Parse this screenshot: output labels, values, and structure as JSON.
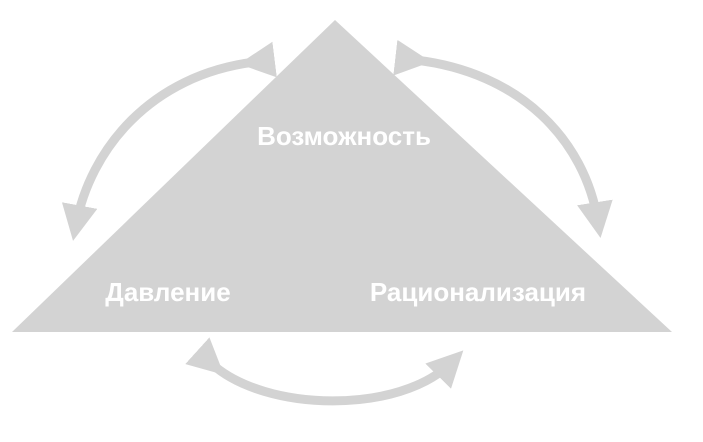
{
  "diagram": {
    "labels": {
      "top": "Возможность",
      "left": "Давление",
      "right": "Рационализация"
    },
    "colors": {
      "triangle_fill": "#d3d3d3",
      "arrow_color": "#d3d3d3",
      "label_color": "#ffffff"
    }
  }
}
